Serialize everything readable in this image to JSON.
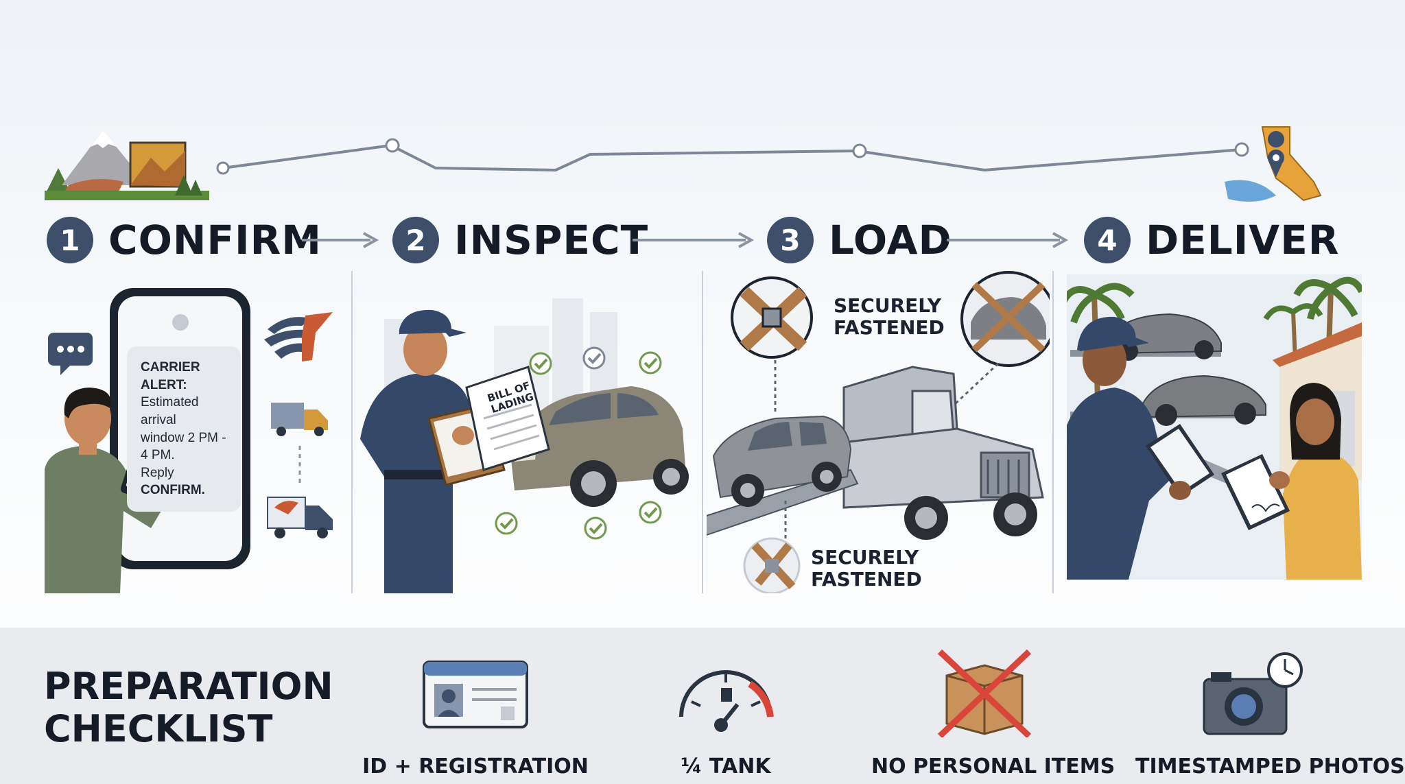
{
  "steps": [
    {
      "num": "1",
      "title": "CONFIRM"
    },
    {
      "num": "2",
      "title": "INSPECT"
    },
    {
      "num": "3",
      "title": "LOAD"
    },
    {
      "num": "4",
      "title": "DELIVER"
    }
  ],
  "confirm": {
    "alert_title": "CARRIER ALERT:",
    "alert_line1": "Estimated arrival",
    "alert_line2": "window 2 PM - 4 PM.",
    "alert_reply_prefix": "Reply ",
    "alert_reply_word": "CONFIRM."
  },
  "inspect": {
    "document_label_line1": "BILL OF",
    "document_label_line2": "LADING"
  },
  "load": {
    "fastened_top_line1": "SECURELY",
    "fastened_top_line2": "FASTENED",
    "fastened_bottom_line1": "SECURELY",
    "fastened_bottom_line2": "FASTENED"
  },
  "checklist": {
    "title_line1": "PREPARATION",
    "title_line2": "CHECKLIST",
    "items": [
      {
        "label": "ID + REGISTRATION",
        "icon": "id-card-icon"
      },
      {
        "label": "¼ TANK",
        "icon": "fuel-gauge-icon"
      },
      {
        "label": "NO PERSONAL ITEMS",
        "icon": "crossed-box-icon"
      },
      {
        "label": "TIMESTAMPED PHOTOS",
        "icon": "camera-clock-icon"
      }
    ]
  },
  "colors": {
    "badge": "#3d4f6b",
    "uniform": "#34496a",
    "check_green": "#6f9a4e",
    "cross_red": "#d9453a",
    "divider": "#c9cfd8"
  }
}
